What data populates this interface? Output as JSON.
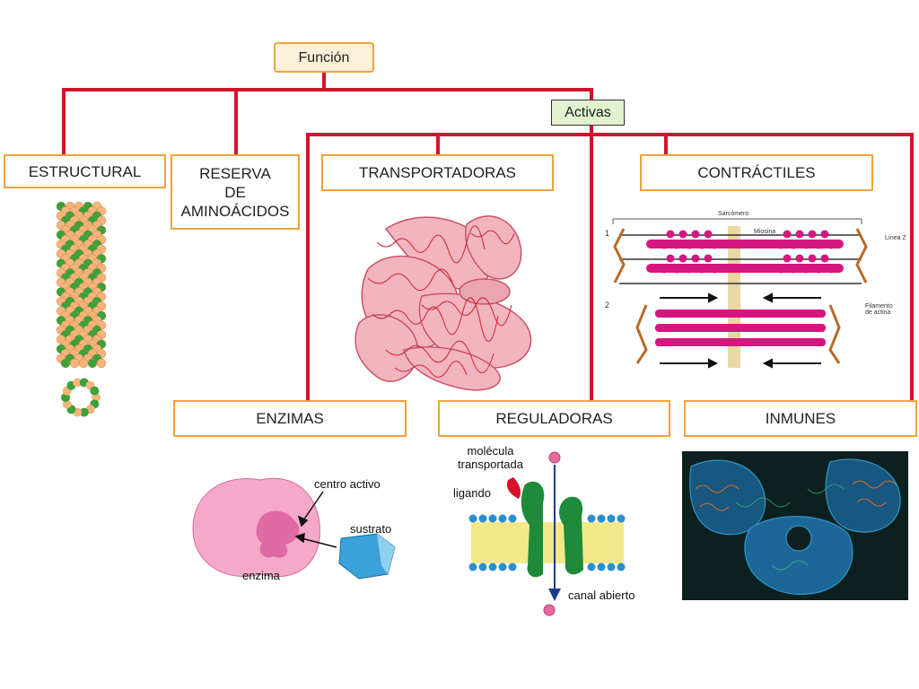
{
  "root": {
    "label": "Función"
  },
  "activas": {
    "label": "Activas"
  },
  "categories": {
    "estructural": "ESTRUCTURAL",
    "reserva": "RESERVA\nDE\nAMINOÁCIDOS",
    "transportadoras": "TRANSPORTADORAS",
    "contractiles": "CONTRÁCTILES",
    "enzimas": "ENZIMAS",
    "reguladoras": "REGULADORAS",
    "inmunes": "INMUNES"
  },
  "enzyme_labels": {
    "centro_activo": "centro activo",
    "sustrato": "sustrato",
    "enzima": "enzima"
  },
  "regulator_labels": {
    "molecula": "molécula\ntransportada",
    "ligando": "ligando",
    "canal": "canal abierto"
  },
  "sarcomere_labels": {
    "sarcomero": "Sarcómero",
    "miosina": "Miosina",
    "linea_z": "Línea Z",
    "filamento": "Filamento\nde actina",
    "n1": "1",
    "n2": "2"
  },
  "colors": {
    "connector": "#d0142b",
    "box_border": "#f2a23a",
    "myosin": "#d6167f",
    "membrane": "#f2e88a"
  }
}
